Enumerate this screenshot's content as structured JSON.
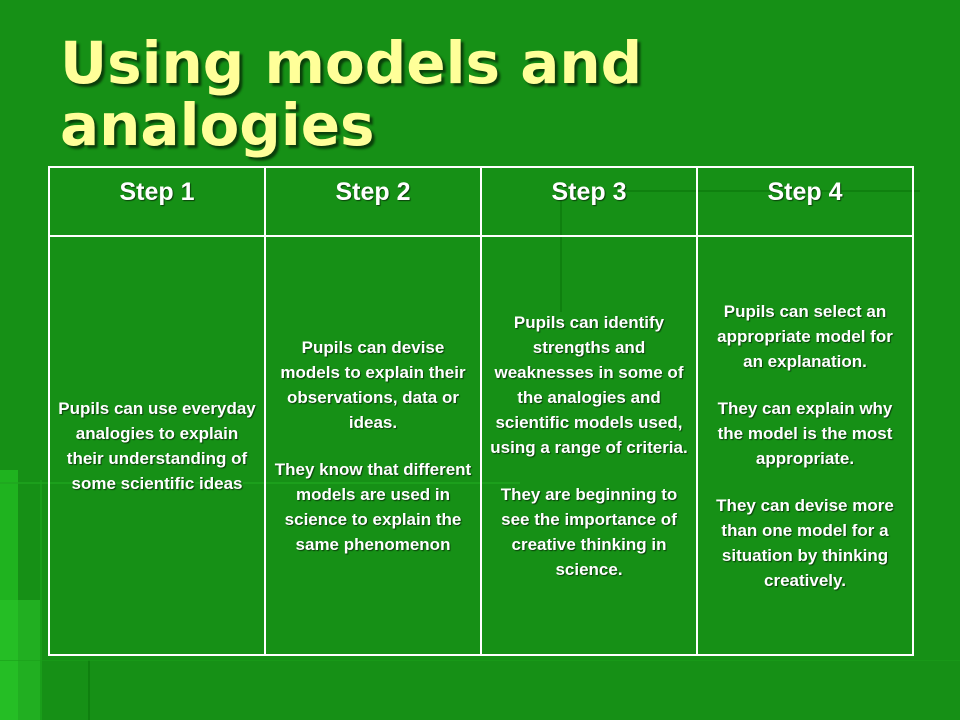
{
  "slide": {
    "title": "Using models and analogies",
    "background_color": "#169016",
    "title_color": "#ffff99"
  },
  "table": {
    "headers": [
      "Step 1",
      "Step 2",
      "Step 3",
      "Step 4"
    ],
    "cells": [
      {
        "paragraphs": [
          "Pupils can use everyday analogies to explain their understanding of some scientific ideas"
        ]
      },
      {
        "paragraphs": [
          "Pupils can devise models to explain their observations, data or ideas.",
          "They know that different models are used in science to explain the same phenomenon"
        ]
      },
      {
        "paragraphs": [
          "Pupils can identify strengths and weaknesses in some of the analogies and scientific models used, using a range of criteria.",
          "They are beginning to see the importance of creative thinking in science."
        ]
      },
      {
        "paragraphs": [
          "Pupils can select an appropriate model for an explanation.",
          "They can explain why the model is the most appropriate.",
          "They can devise more than one model for a situation by thinking creatively."
        ]
      }
    ]
  }
}
